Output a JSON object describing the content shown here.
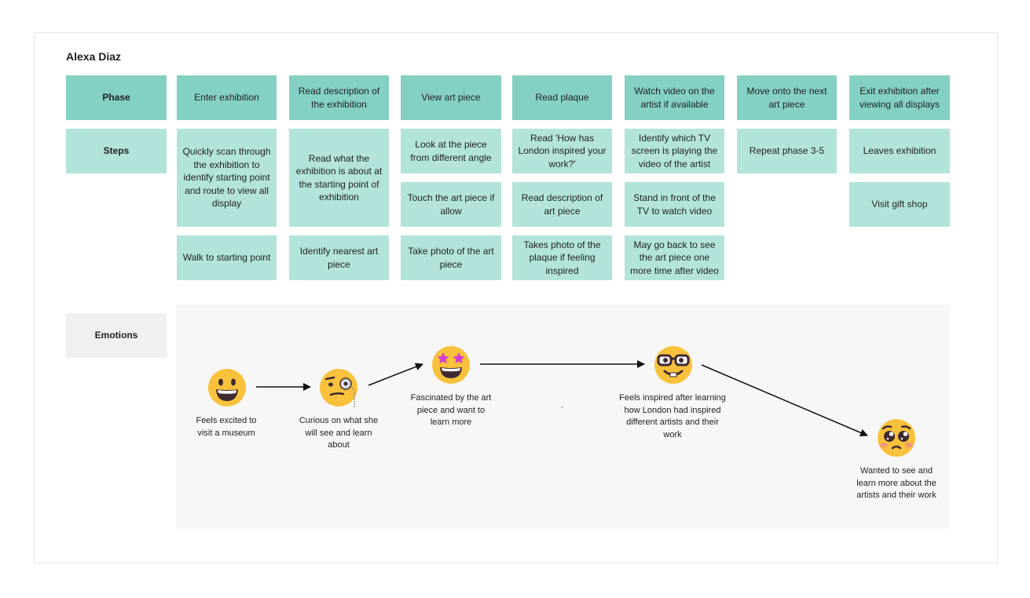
{
  "title": "Alexa Diaz",
  "row_labels": {
    "phase": "Phase",
    "steps": "Steps",
    "emotions": "Emotions"
  },
  "phases": [
    "Enter exhibition",
    "Read description of the exhibition",
    "View art piece",
    "Read plaque",
    "Watch video on the artist if available",
    "Move onto the next art piece",
    "Exit exhibition after viewing all displays"
  ],
  "steps": [
    [
      "Quickly scan through the exhibition to identify starting point and route to view all display",
      "Walk to starting point"
    ],
    [
      "Read what the exhibition is about at the starting point of exhibition",
      "Identify nearest art piece"
    ],
    [
      "Look at the piece from different angle",
      "Touch the art piece if allow",
      "Take photo of the art piece"
    ],
    [
      "Read 'How has London inspired your work?'",
      "Read description of art piece",
      "Takes photo of the plaque if feeling inspired"
    ],
    [
      "Identify which TV screen is playing the video of the artist",
      "Stand in front of the TV to watch video",
      "May go back to see the art piece one more time after video"
    ],
    [
      "Repeat phase 3-5"
    ],
    [
      "Leaves exhibition",
      "Visit gift shop"
    ]
  ],
  "emotions": [
    {
      "icon": "grinning-face-icon",
      "text": "Feels excited to visit a museum"
    },
    {
      "icon": "monocle-face-icon",
      "text": "Curious on what she will see and learn about"
    },
    {
      "icon": "star-struck-face-icon",
      "text": "Fascinated by the art piece and want to learn more"
    },
    {
      "icon": "nerd-face-icon",
      "text": "Feels inspired after learning how London had inspired different artists and their work"
    },
    {
      "icon": "pleading-face-icon",
      "text": "Wanted to see and learn more about the artists and their work"
    }
  ],
  "stray_mark": "`",
  "colors": {
    "phase": "#84d1c4",
    "step": "#b2e4db",
    "label_gray": "#f0f0f0",
    "emo_bg": "#f7f7f7",
    "emoji": "#f9c23c"
  }
}
